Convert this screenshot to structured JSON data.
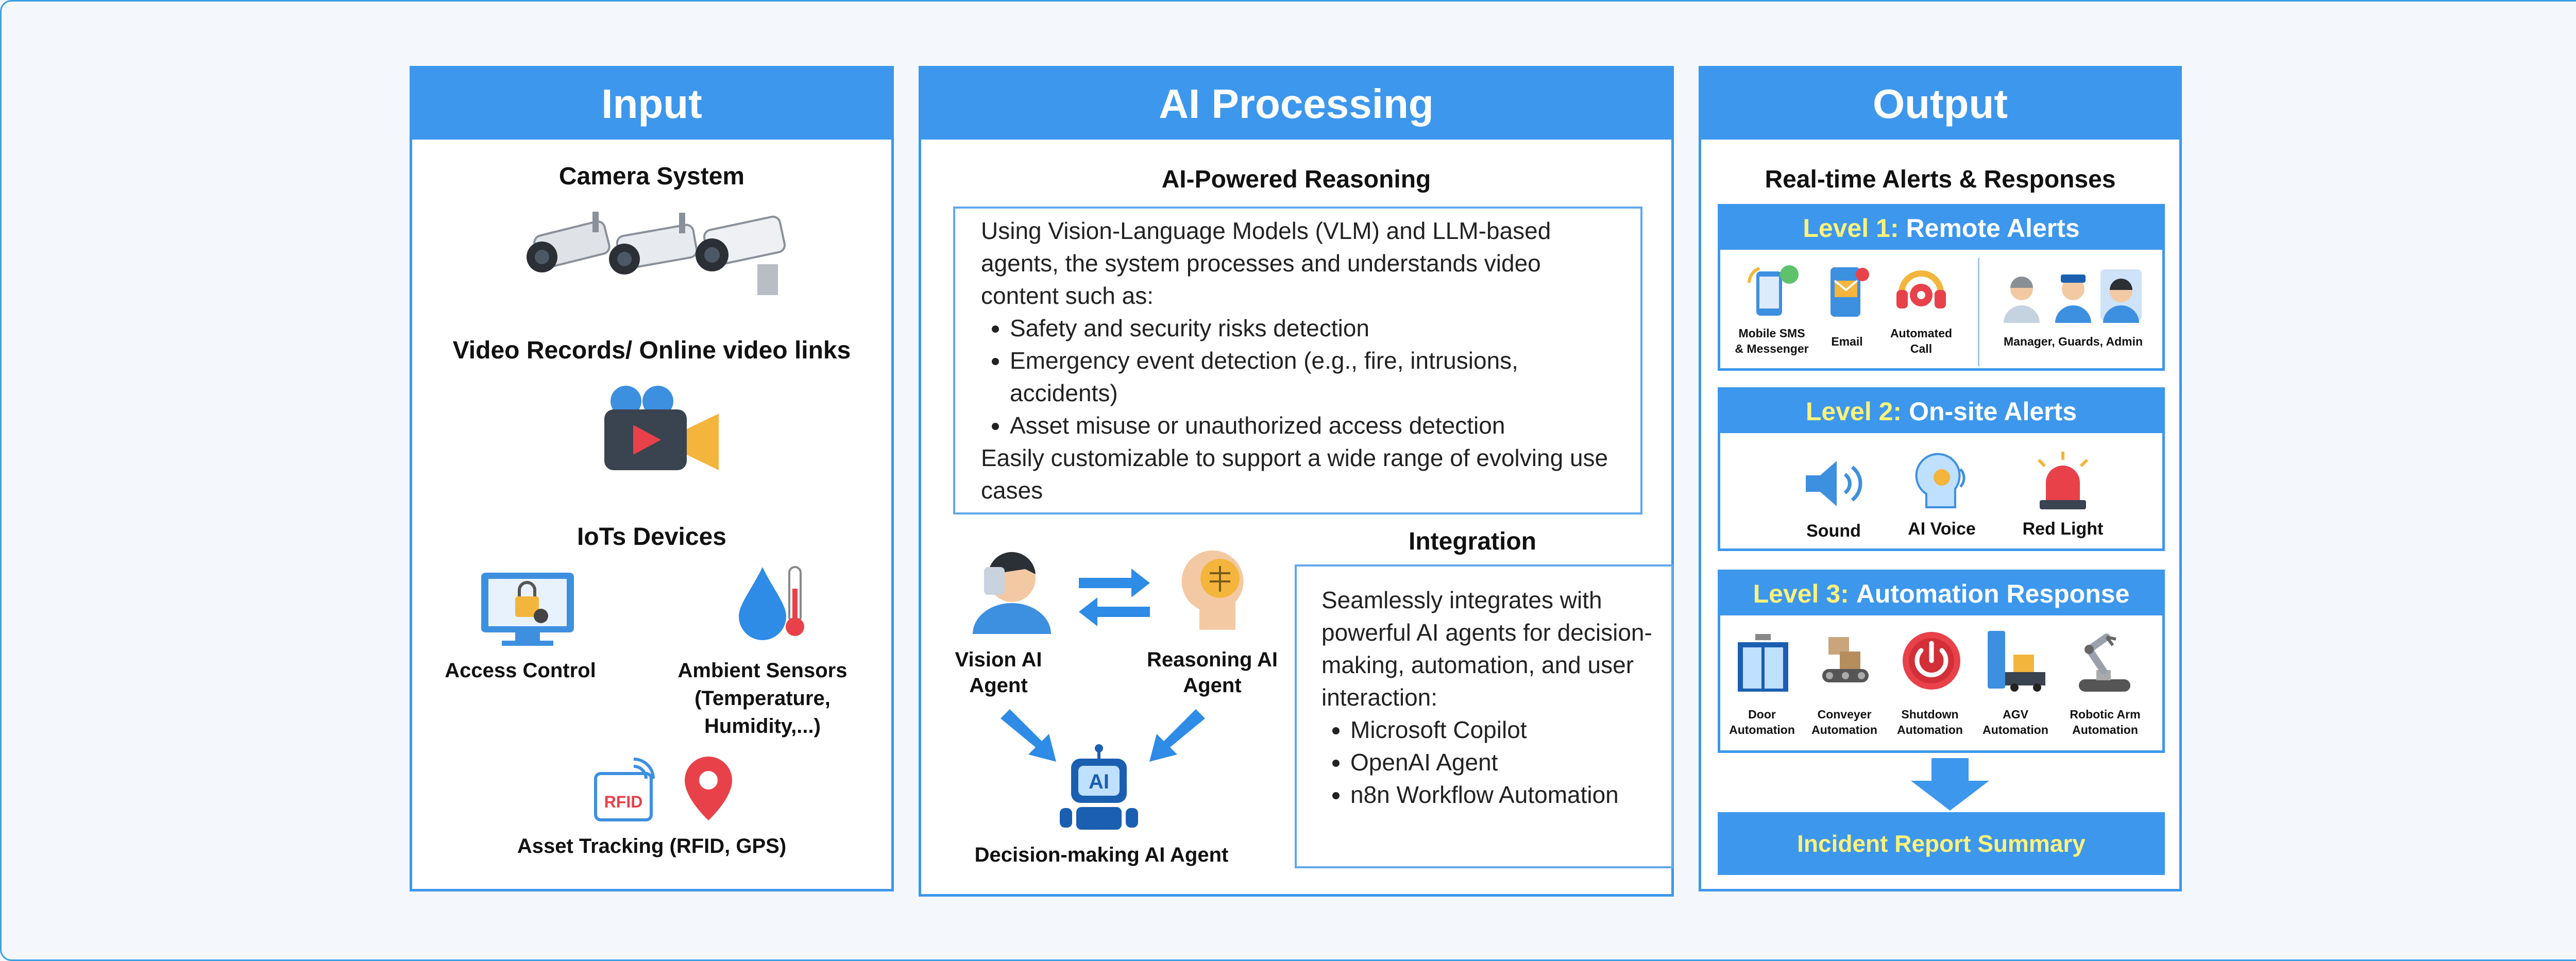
{
  "input": {
    "title": "Input",
    "camera_title": "Camera System",
    "video_title": "Video Records/ Online video links",
    "iot_title": "IoTs Devices",
    "access_control": "Access Control",
    "ambient_sensors": "Ambient Sensors",
    "ambient_detail_1": "(Temperature,",
    "ambient_detail_2": "Humidity,...)",
    "asset_tracking": "Asset Tracking (RFID, GPS)",
    "rfid_text": "RFID"
  },
  "ai": {
    "title": "AI Processing",
    "reasoning_title": "AI-Powered Reasoning",
    "intro": "Using Vision-Language Models (VLM) and LLM-based agents, the system processes and understands video content such as:",
    "bullets": [
      "Safety and security risks detection",
      "Emergency event detection (e.g., fire, intrusions, accidents)",
      "Asset misuse or unauthorized access detection"
    ],
    "outro": "Easily customizable to support a wide range of evolving use cases",
    "vision_agent_1": "Vision AI",
    "vision_agent_2": "Agent",
    "reasoning_agent_1": "Reasoning AI",
    "reasoning_agent_2": "Agent",
    "decision_agent": "Decision-making AI Agent",
    "ai_badge": "AI",
    "integration_title": "Integration",
    "integration_text": "Seamlessly integrates with powerful AI agents for decision-making, automation, and user interaction:",
    "integration_items": [
      "Microsoft Copilot",
      "OpenAI Agent",
      "n8n Workflow Automation"
    ]
  },
  "output": {
    "title": "Output",
    "alerts_title": "Real-time Alerts & Responses",
    "level1_prefix": "Level 1:",
    "level1_name": "Remote Alerts",
    "mobile_sms_1": "Mobile SMS",
    "mobile_sms_2": "& Messenger",
    "email": "Email",
    "automated_call_1": "Automated",
    "automated_call_2": "Call",
    "staff": "Manager, Guards, Admin",
    "level2_prefix": "Level 2:",
    "level2_name": "On-site Alerts",
    "sound": "Sound",
    "ai_voice": "AI Voice",
    "red_light": "Red Light",
    "level3_prefix": "Level 3:",
    "level3_name": "Automation Response",
    "automations": [
      {
        "l1": "Door",
        "l2": "Automation"
      },
      {
        "l1": "Conveyer",
        "l2": "Automation"
      },
      {
        "l1": "Shutdown",
        "l2": "Automation"
      },
      {
        "l1": "AGV",
        "l2": "Automation"
      },
      {
        "l1": "Robotic Arm",
        "l2": "Automation"
      }
    ],
    "incident_report": "Incident Report Summary"
  }
}
